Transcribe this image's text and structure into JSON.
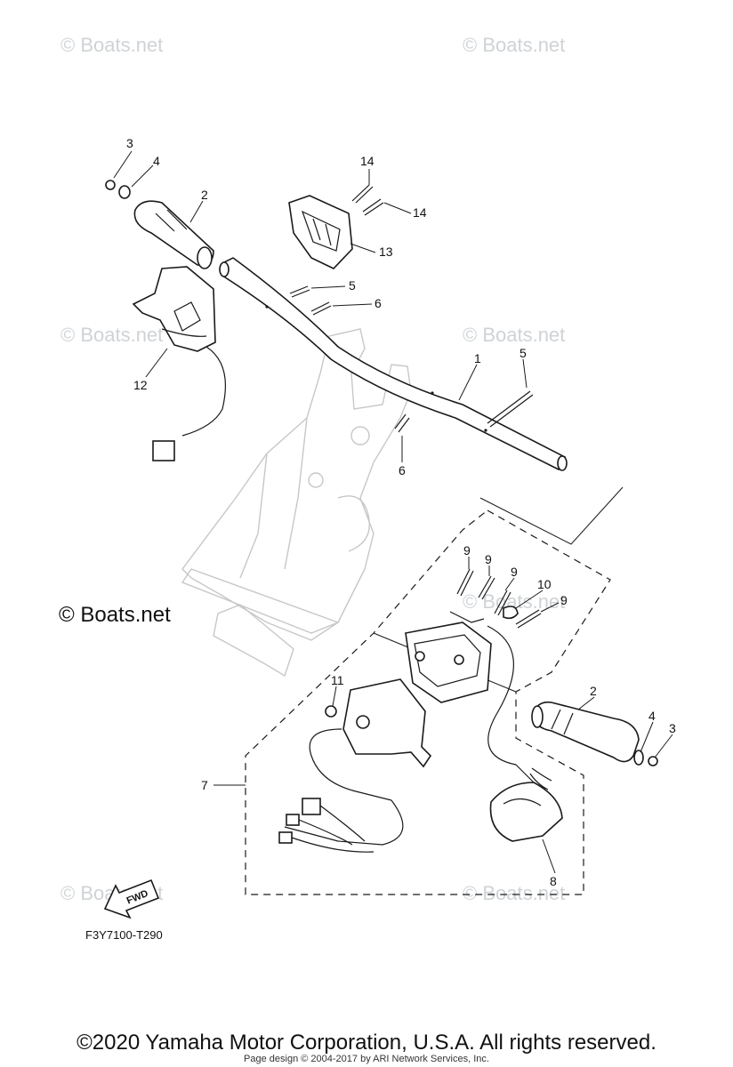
{
  "watermark": {
    "text": "© Boats.net",
    "bold_text": "© Boats.net",
    "color": "#cfd3d6"
  },
  "callouts": [
    "1",
    "2",
    "3",
    "4",
    "5",
    "6",
    "7",
    "8",
    "9",
    "10",
    "11",
    "12",
    "13",
    "14"
  ],
  "figure_code": "F3Y7100-T290",
  "fwd_label": "FWD",
  "footer": {
    "copyright": "©2020 Yamaha Motor Corporation, U.S.A. All rights reserved.",
    "credit": "Page design © 2004-2017 by ARI Network Services, Inc."
  },
  "icons": [
    "fwd-arrow-icon"
  ]
}
